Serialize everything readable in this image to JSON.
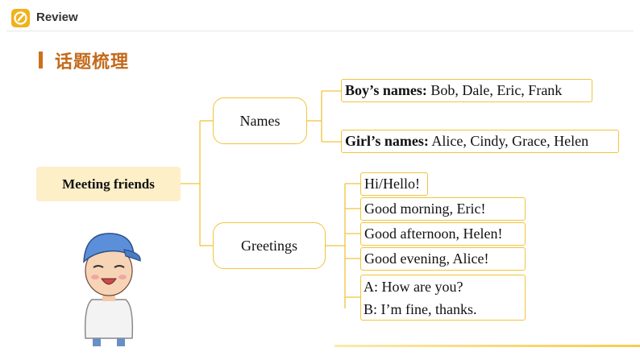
{
  "header": {
    "title": "Review",
    "icon": "edit-icon"
  },
  "section": {
    "title": "话题梳理"
  },
  "mindmap": {
    "root": "Meeting friends",
    "names": {
      "label": "Names",
      "boys_label": "Boy’s names:",
      "boys_value": " Bob, Dale, Eric, Frank",
      "girls_label": "Girl’s names:",
      "girls_value": " Alice, Cindy, Grace, Helen"
    },
    "greetings": {
      "label": "Greetings",
      "items": [
        "Hi/Hello!",
        "Good morning, Eric!",
        "Good afternoon, Helen!",
        "Good evening, Alice!"
      ],
      "qa": [
        "A: How are you?",
        "B: I’m fine, thanks."
      ]
    }
  },
  "colors": {
    "accent": "#f0b21c",
    "title": "#c4691a",
    "box_border": "#f1c43e",
    "root_fill": "#fdefc8"
  }
}
